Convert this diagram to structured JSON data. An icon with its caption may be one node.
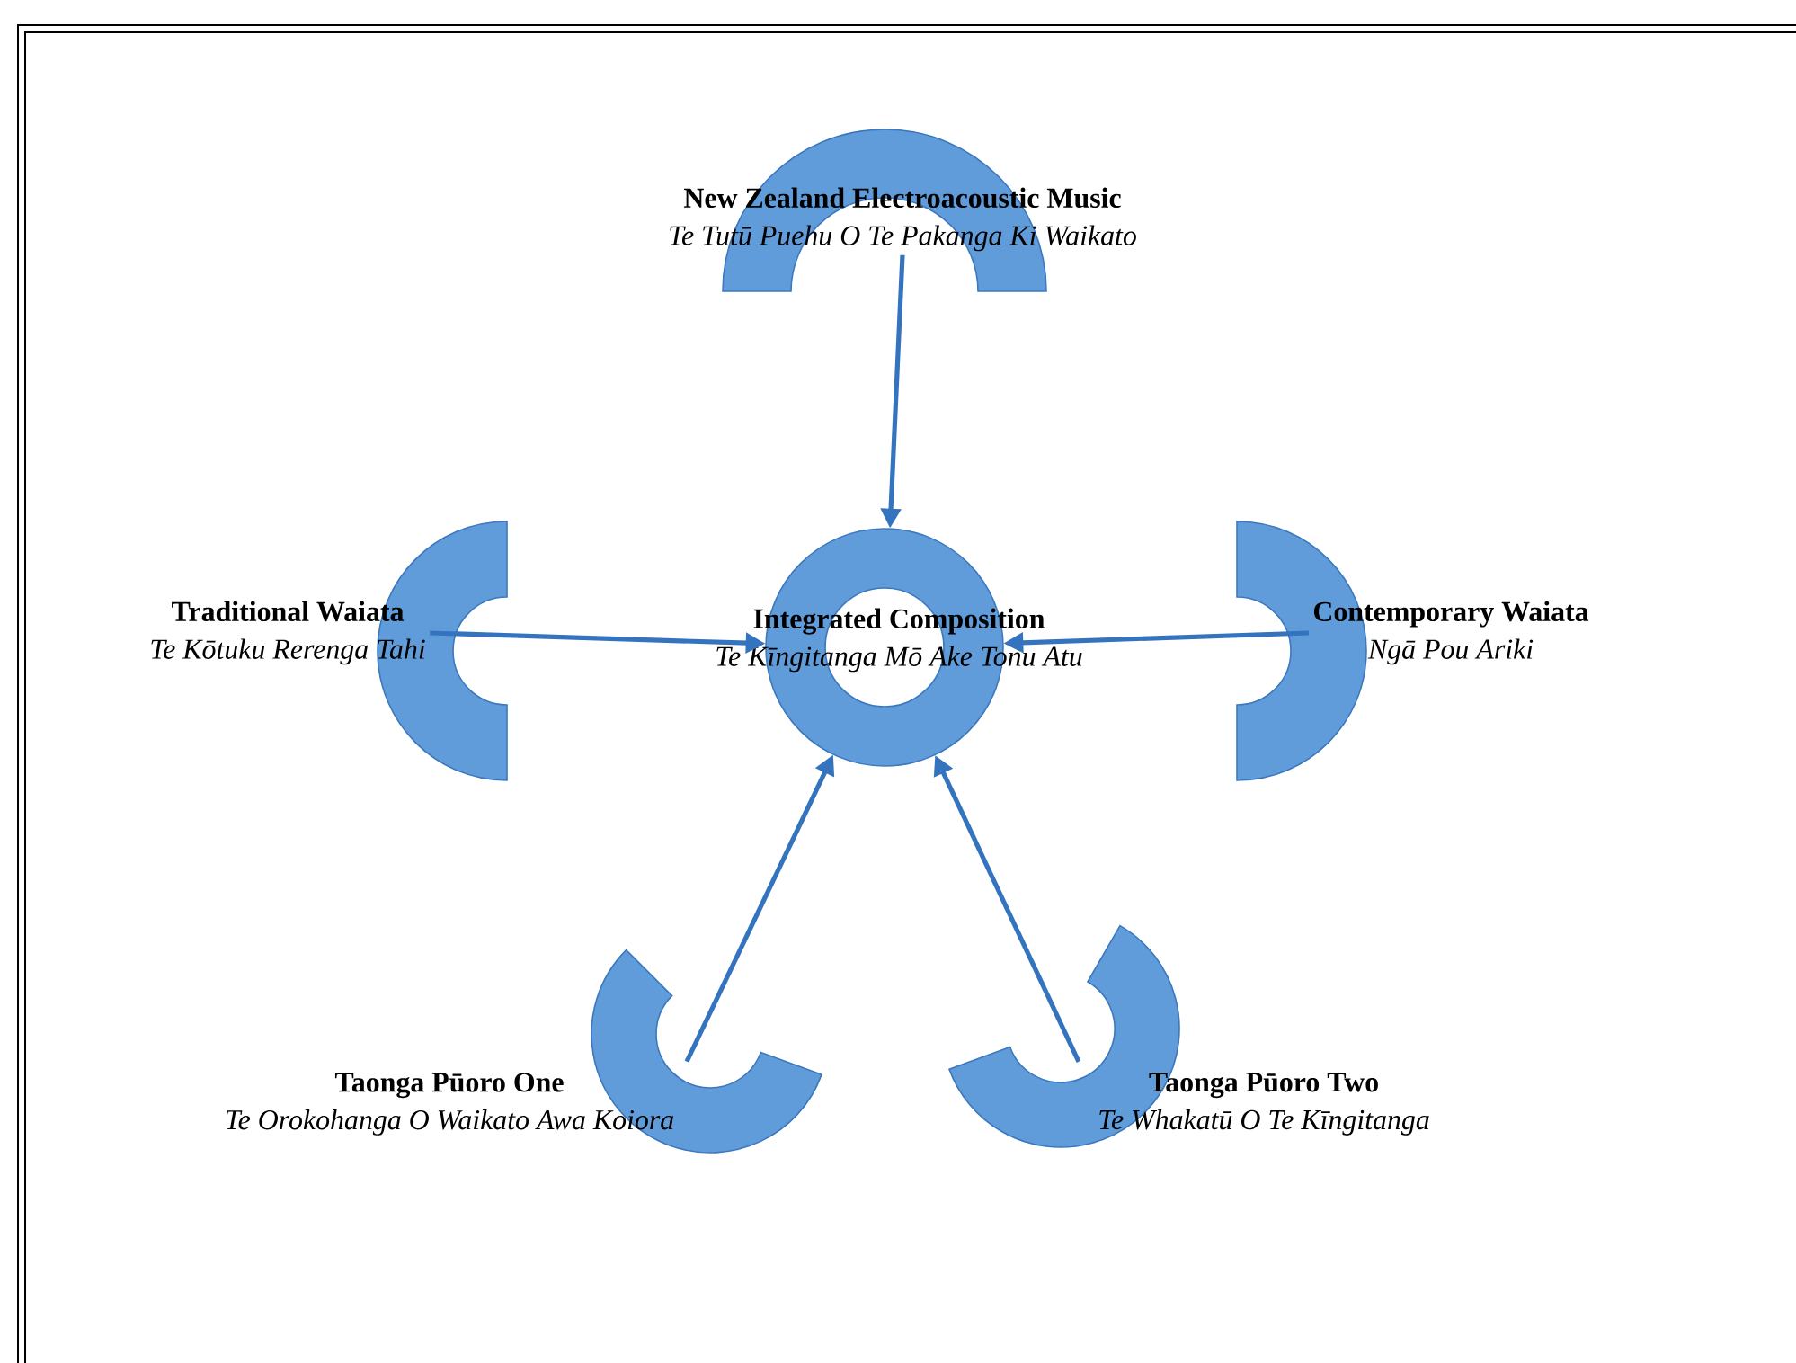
{
  "diagram": {
    "nodes": [
      {
        "text": [
          "Integrated Composition",
          "Te Kīngitanga Mō Ake Tonu Atu"
        ]
      },
      {
        "text": [
          "New Zealand Electroacoustic Music",
          "Te Tutū Puehu O Te Pakanga Ki Waikato"
        ]
      },
      {
        "text": [
          "Traditional Waiata",
          "Te Kōtuku Rerenga Tahi"
        ]
      },
      {
        "text": [
          "Contemporary Waiata",
          "Ngā Pou Ariki"
        ]
      },
      {
        "text": [
          "Taonga Pūoro One",
          "Te Orokohanga O Waikato Awa Koiora"
        ]
      },
      {
        "text": [
          "Taonga Pūoro Two",
          "Te Whakatū O Te Kīngitanga"
        ]
      }
    ],
    "edges": [
      {
        "from": 1,
        "to": 0,
        "arrow": "to"
      },
      {
        "from": 2,
        "to": 0,
        "arrow": "to"
      },
      {
        "from": 3,
        "to": 0,
        "arrow": "to"
      },
      {
        "from": 4,
        "to": 0,
        "arrow": "to"
      },
      {
        "from": 5,
        "to": 0,
        "arrow": "to"
      }
    ]
  }
}
